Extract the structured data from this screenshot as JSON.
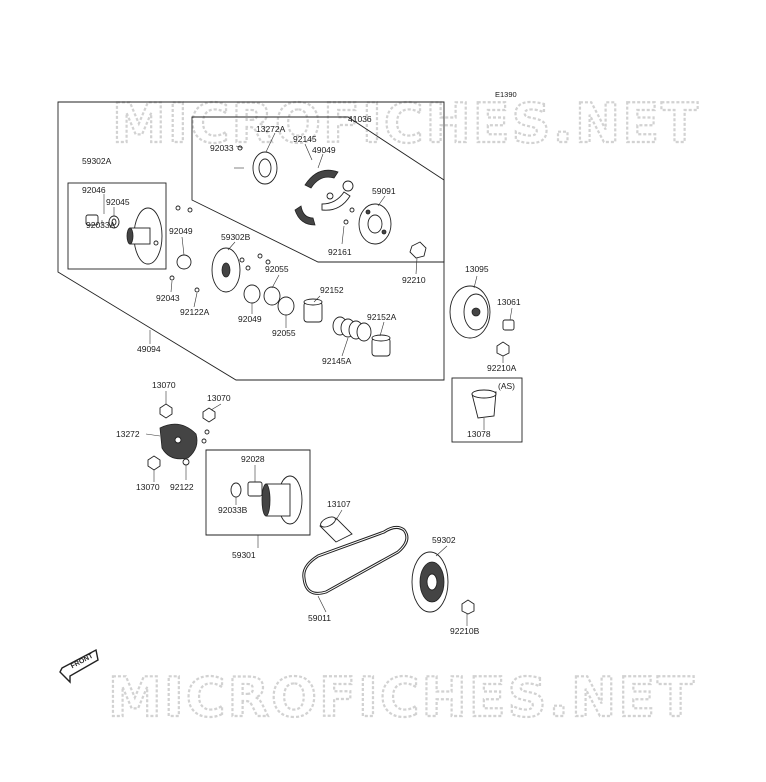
{
  "diagram_code": "E1390",
  "watermark": "MICROFICHES.NET",
  "front_label": "FRONT",
  "as_note": "(AS)",
  "parts": {
    "p13272A": "13272A",
    "p41036": "41036",
    "p92033": "92033",
    "p92145": "92145",
    "p49049": "49049",
    "p59302A": "59302A",
    "p92046": "92046",
    "p92045": "92045",
    "p92033A": "92033A",
    "p59091": "59091",
    "p92049a": "92049",
    "p59302B": "59302B",
    "p92161": "92161",
    "p92210": "92210",
    "p92055a": "92055",
    "p92043": "92043",
    "p92122A": "92122A",
    "p92049b": "92049",
    "p92055b": "92055",
    "p92152": "92152",
    "p92152A": "92152A",
    "p92145A": "92145A",
    "p49094": "49094",
    "p13095": "13095",
    "p13061": "13061",
    "p92210A": "92210A",
    "p13078": "13078",
    "p13070a": "13070",
    "p13070b": "13070",
    "p13272": "13272",
    "p13070c": "13070",
    "p92122": "92122",
    "p92028": "92028",
    "p92033B": "92033B",
    "p59301": "59301",
    "p13107": "13107",
    "p59302": "59302",
    "p59011": "59011",
    "p92210B": "92210B"
  }
}
